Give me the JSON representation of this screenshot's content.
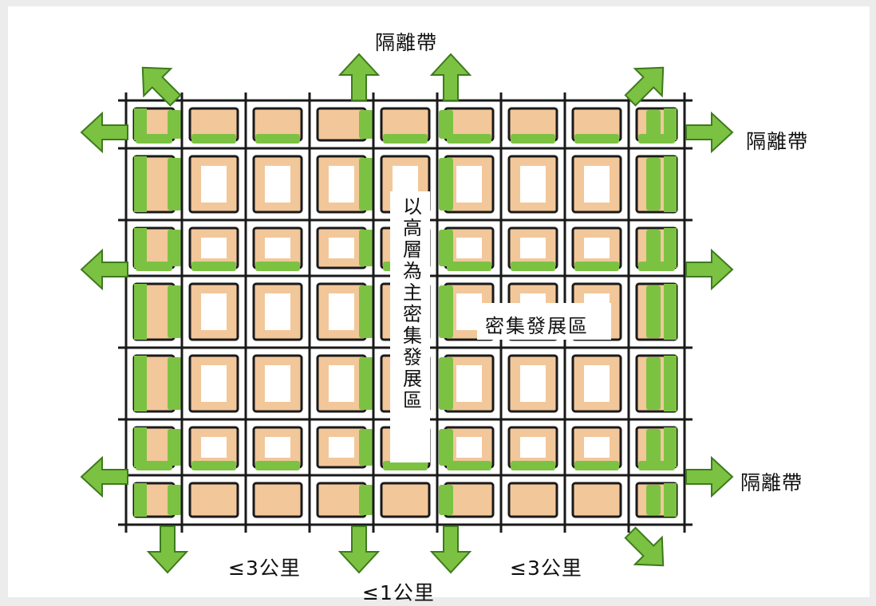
{
  "labels": {
    "buffer_top": "隔離帶",
    "buffer_right_top": "隔離帶",
    "buffer_right_bottom": "隔離帶",
    "dense_area": "密集發展區",
    "high_rise_dense_area": "以高層為主密集發展區",
    "distance_left": "≤3公里",
    "distance_center": "≤1公里",
    "distance_right": "≤3公里"
  },
  "colors": {
    "block_fill": "#f2c79a",
    "green_belt": "#7cc242",
    "core_block": "#ee9a9f",
    "road": "#1a1a1a",
    "background": "#ffffff"
  },
  "icons": [
    "arrow-up-icon",
    "arrow-down-icon",
    "arrow-left-icon",
    "arrow-right-icon",
    "diagonal-arrow-icon"
  ]
}
